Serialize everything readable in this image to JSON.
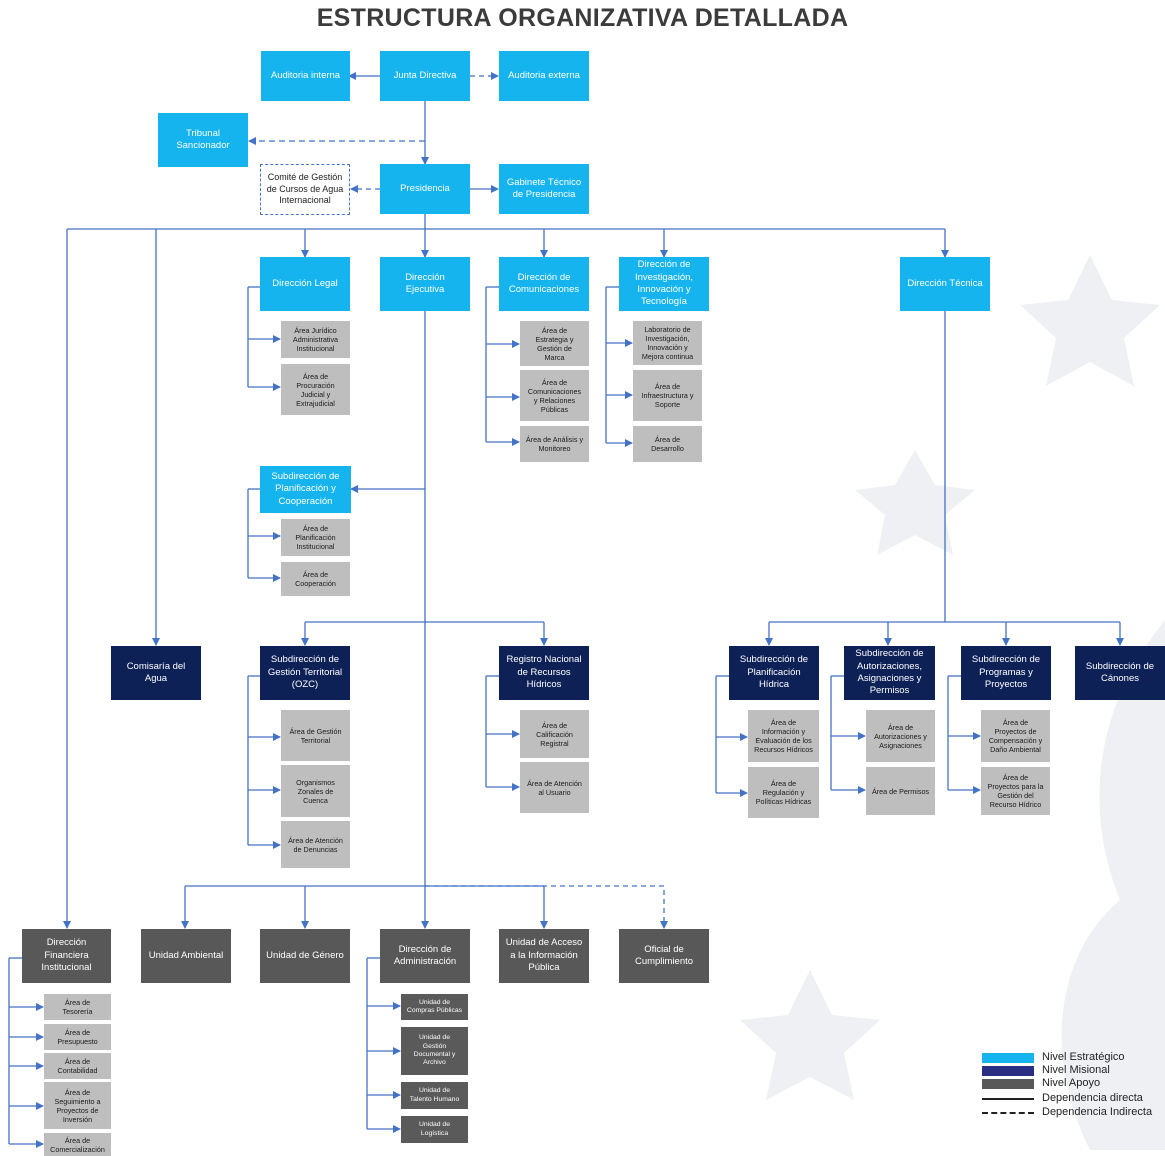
{
  "title": "ESTRUCTURA ORGANIZATIVA DETALLADA",
  "colors": {
    "estrategico": "#15b4ee",
    "misional": "#0e2157",
    "apoyo": "#585858",
    "area": "#bebebe",
    "connector": "#4472c4"
  },
  "nodes": {
    "junta_directiva": "Junta Directiva",
    "auditoria_interna": "Auditoria interna",
    "auditoria_externa": "Auditoria externa",
    "tribunal": "Tribunal\nSancionador",
    "presidencia": "Presidencia",
    "comite": "Comité de Gestión\nde Cursos de Agua\nInternacional",
    "gabinete": "Gabinete Técnico\nde Presidencia",
    "direccion_legal": "Dirección Legal",
    "direccion_ejecutiva": "Dirección\nEjecutiva",
    "direccion_comunicaciones": "Dirección de\nComunicaciones",
    "direccion_investigacion": "Dirección de\nInvestigación,\nInnovación y\nTecnología",
    "direccion_tecnica": "Dirección Técnica",
    "legal_area_1": "Área Jurídico\nAdministrativa\nInstitucional",
    "legal_area_2": "Área de\nProcuración\nJudicial y\nExtrajudicial",
    "com_area_1": "Área de\nEstrategia y\nGestión de\nMarca",
    "com_area_2": "Área de\nComunicaciones\ny Relaciones\nPúblicas",
    "com_area_3": "Área de Análisis y\nMonitoreo",
    "inv_area_1": "Laboratorio de\nInvestigación,\nInnovación y\nMejora continua",
    "inv_area_2": "Área de\nInfraestructura y\nSoporte",
    "inv_area_3": "Área de\nDesarrollo",
    "subdir_planificacion": "Subdirección de\nPlanificación y\nCooperación",
    "plan_area_1": "Área de\nPlanificación\nInstitucional",
    "plan_area_2": "Área de\nCooperación",
    "comisaria": "Comisaría del\nAgua",
    "subdir_territorial": "Subdirección de\nGestión Territorial\n(OZC)",
    "terr_area_1": "Área de Gestión\nTerritorial",
    "terr_area_2": "Organismos\nZonales de\nCuenca",
    "terr_area_3": "Área de Atención\nde Denuncias",
    "registro": "Registro Nacional\nde Recursos\nHídricos",
    "reg_area_1": "Área de\nCalificación\nRegistral",
    "reg_area_2": "Área de Atención\nal Usuario",
    "subdir_plan_hidrica": "Subdirección de\nPlanificación\nHídrica",
    "ph_area_1": "Área de\nInformación y\nEvaluación de los\nRecursos Hídricos",
    "ph_area_2": "Área de\nRegulación y\nPolíticas Hídricas",
    "subdir_autorizaciones": "Subdirección de\nAutorizaciones,\nAsignaciones y\nPermisos",
    "aut_area_1": "Área de\nAutorizaciones y\nAsignaciones",
    "aut_area_2": "Área de Permisos",
    "subdir_programas": "Subdirección de\nProgramas y\nProyectos",
    "prog_area_1": "Área de\nProyectos de\nCompensación y\nDaño Ambiental",
    "prog_area_2": "Área de\nProyectos para la\nGestión del\nRecurso Hídrico",
    "subdir_canones": "Subdirección de\nCánones",
    "dir_financiera": "Dirección\nFinanciera\nInstitucional",
    "fin_area_1": "Área de\nTesorería",
    "fin_area_2": "Área de\nPresupuesto",
    "fin_area_3": "Área de\nContabilidad",
    "fin_area_4": "Área de\nSeguimiento a\nProyectos de\nInversión",
    "fin_area_5": "Área de\nComercialización",
    "unidad_ambiental": "Unidad Ambiental",
    "unidad_genero": "Unidad de Género",
    "dir_administracion": "Dirección de\nAdministración",
    "adm_area_1": "Unidad de\nCompras Públicas",
    "adm_area_2": "Unidad de\nGestión\nDocumental y\nArchivo",
    "adm_area_3": "Unidad de\nTalento Humano",
    "adm_area_4": "Unidad de\nLogística",
    "unidad_acceso": "Unidad de Acceso\na la Información\nPública",
    "oficial": "Oficial de\nCumplimiento"
  },
  "legend": {
    "estrategico": "Nivel Estratégico",
    "misional": "Nivel Misional",
    "apoyo": "Nivel Apoyo",
    "directa": "Dependencia directa",
    "indirecta": "Dependencia Indirecta"
  }
}
